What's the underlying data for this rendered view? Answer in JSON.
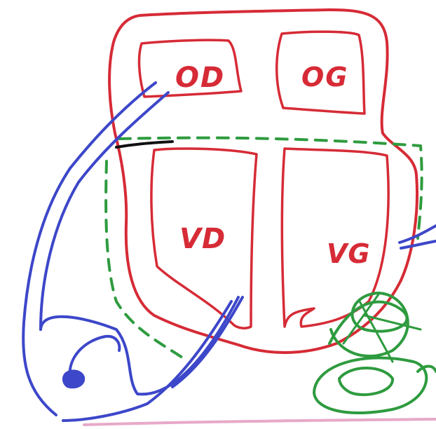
{
  "labels": {
    "top_left": "OD",
    "top_right": "OG",
    "bottom_left": "VD",
    "bottom_right": "VG"
  },
  "colors": {
    "heart_outline": "#d62b36",
    "leads": "#3d47c9",
    "dashed_region": "#2e9b3f",
    "green_scribble": "#2e9b3f",
    "bottom_line": "#e8a9c8",
    "black_mark": "#111111"
  }
}
